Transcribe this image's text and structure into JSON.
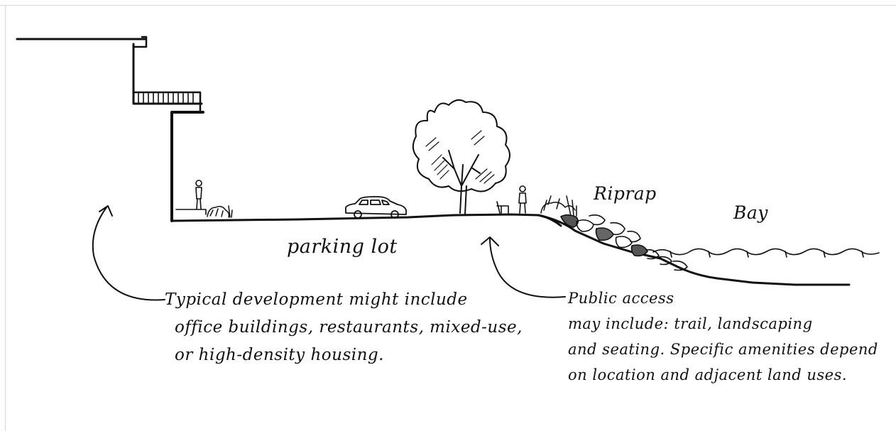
{
  "labels": {
    "riprap": "Riprap",
    "bay": "Bay",
    "parking_lot": "parking lot"
  },
  "notes": {
    "development": [
      "Typical development might include",
      "office buildings, restaurants, mixed-use,",
      "or high-density housing."
    ],
    "public_access": [
      "Public access",
      "may include: trail, landscaping",
      "and seating. Specific amenities depend",
      "on location and adjacent land uses."
    ]
  },
  "colors": {
    "ink": "#111111",
    "background": "#ffffff"
  }
}
